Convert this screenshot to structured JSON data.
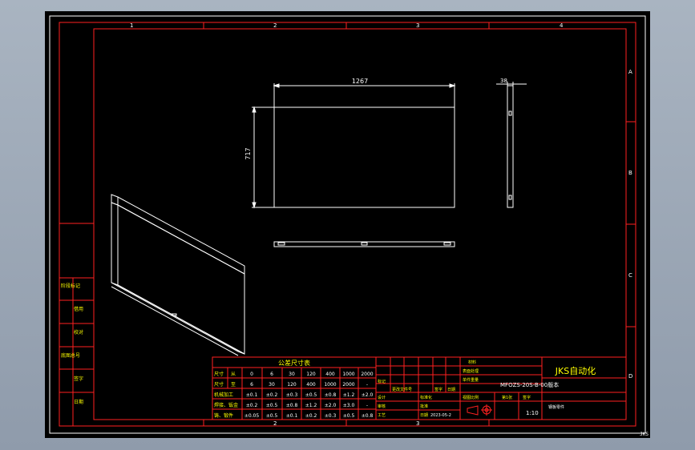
{
  "frame": {
    "top_zones": [
      "1",
      "2",
      "3",
      "4"
    ],
    "side_zones": [
      "A",
      "B",
      "C",
      "D"
    ],
    "corner_tag": "JKS"
  },
  "dimensions": {
    "width": "1267",
    "height": "717",
    "thickness": "38"
  },
  "left_column": [
    "阶段标记",
    "借用",
    "校对",
    "底图总号",
    "签字",
    "日期"
  ],
  "tolerance_table": {
    "title": "公差尺寸表",
    "header_size": "尺寸",
    "header_from": "从",
    "header_to": "至",
    "from": [
      "0",
      "6",
      "30",
      "120",
      "400",
      "1000",
      "2000"
    ],
    "to": [
      "6",
      "30",
      "120",
      "400",
      "1000",
      "2000",
      "-"
    ],
    "rows": [
      {
        "label": "机械加工",
        "values": [
          "±0.1",
          "±0.2",
          "±0.3",
          "±0.5",
          "±0.8",
          "±1.2",
          "±2.0"
        ]
      },
      {
        "label": "焊接、钣金",
        "values": [
          "±0.2",
          "±0.5",
          "±0.8",
          "±1.2",
          "±2.0",
          "±3.0",
          "-"
        ]
      },
      {
        "label": "铸、锻件",
        "values": [
          "±0.05",
          "±0.5",
          "±0.1",
          "±0.2",
          "±0.3",
          "±0.5",
          "±0.8"
        ]
      }
    ]
  },
  "title_block": {
    "company": "JKS自动化",
    "drawing_number": "MFOZS-20S-B-00版本",
    "part_name": "钢板零件",
    "material_label": "材料",
    "treatment_label": "表面处理",
    "mass_label": "单件重量",
    "scale_label": "视图比例",
    "sheet_label": "第1张",
    "scale_value": "1:10",
    "design_label": "设计",
    "check_label": "审核",
    "approve_label": "批准",
    "craft_label": "工艺",
    "standard_label": "标准化",
    "date_label": "日期",
    "revision_label": "更改文件号",
    "sign_label": "签字",
    "mark_label": "标记",
    "date_value": "2023-05-2"
  }
}
